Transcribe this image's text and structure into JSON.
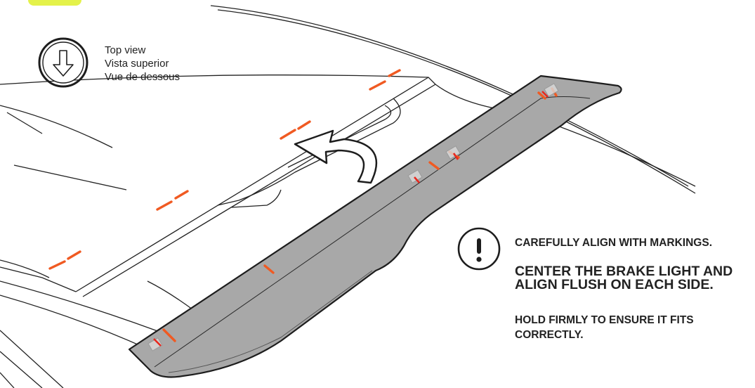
{
  "view": {
    "lines": [
      "Top view",
      "Vista superior",
      "Vue de dessous"
    ]
  },
  "instructions": {
    "align": "CAREFULLY ALIGN WITH MARKINGS.",
    "center": "CENTER THE BRAKE LIGHT AND ALIGN FLUSH ON EACH SIDE.",
    "hold": "HOLD FIRMLY TO ENSURE IT FITS CORRECTLY."
  },
  "colors": {
    "marking": "#f05a22",
    "spoiler_fill": "#a8a8a8",
    "tab": "#e4f24a",
    "line": "#222222"
  },
  "icons": {
    "view": "arrow-down-circle-icon",
    "alert": "exclamation-circle-icon",
    "rotate": "curved-arrow-icon"
  }
}
